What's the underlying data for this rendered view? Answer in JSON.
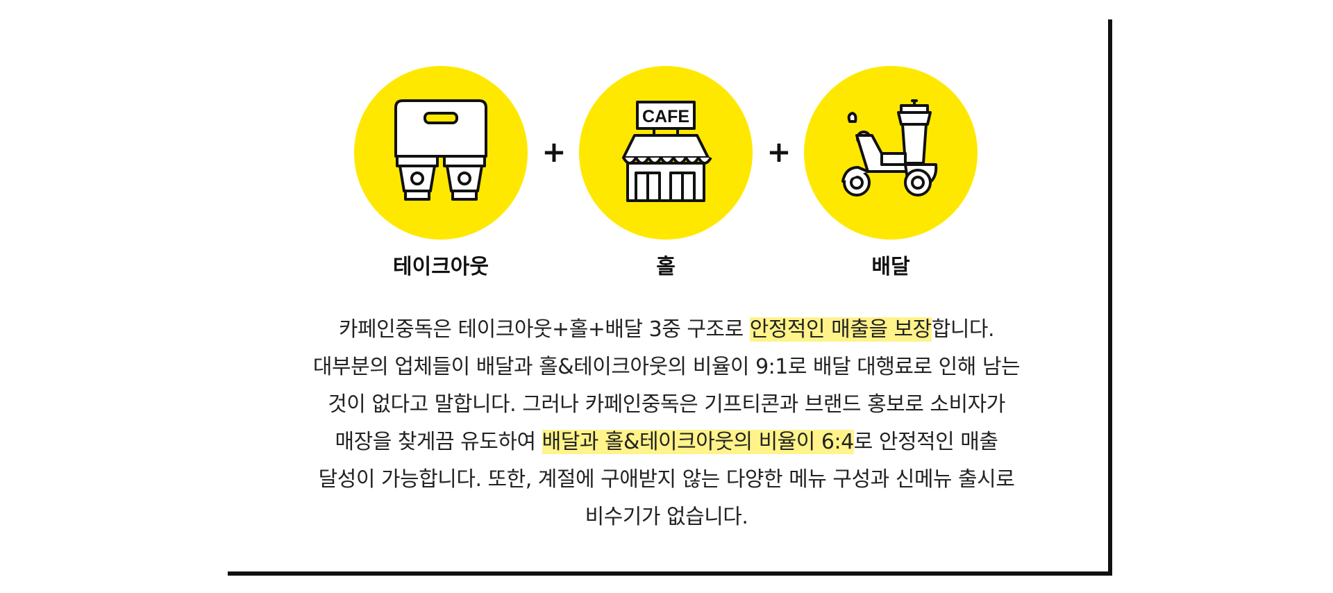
{
  "colors": {
    "accent_yellow": "#ffe800",
    "highlight": "#fff38a",
    "text": "#222222",
    "frame": "#111111"
  },
  "icons": {
    "takeout": "takeout-coffee-carrier-icon",
    "hall": "cafe-storefront-icon",
    "delivery": "delivery-scooter-icon"
  },
  "features": {
    "takeout_label": "테이크아웃",
    "hall_label": "홀",
    "delivery_label": "배달",
    "plus": "+",
    "cafe_sign": "CAFE"
  },
  "description": {
    "line1_a": "카페인중독은 테이크아웃+홀+배달 3중 구조로 ",
    "line1_hl": "안정적인 매출을 보장",
    "line1_b": "합니다.",
    "line2": "대부분의 업체들이 배달과 홀&테이크아웃의 비율이 9:1로 배달 대행료로 인해 남는",
    "line3": "것이 없다고 말합니다. 그러나 카페인중독은 기프티콘과 브랜드 홍보로 소비자가",
    "line4_a": "매장을 찾게끔 유도하여 ",
    "line4_hl": "배달과 홀&테이크아웃의 비율이 6:4",
    "line4_b": "로 안정적인 매출",
    "line5": "달성이 가능합니다. 또한, 계절에 구애받지 않는 다양한 메뉴 구성과 신메뉴 출시로",
    "line6": "비수기가 없습니다."
  }
}
